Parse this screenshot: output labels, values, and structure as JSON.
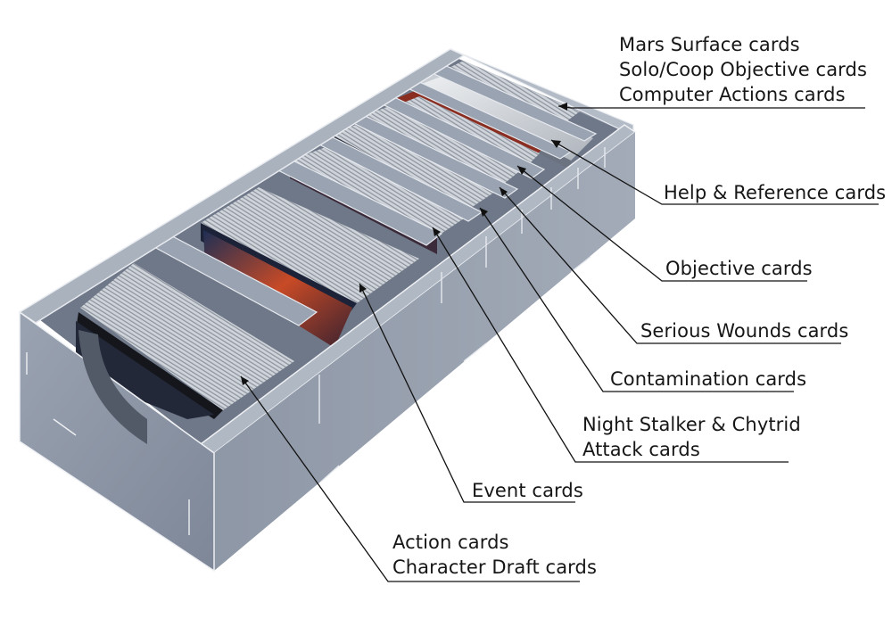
{
  "labels": {
    "mars_surface": "Mars Surface cards",
    "solo_coop_objective": "Solo/Coop Objective cards",
    "computer_actions": "Computer Actions cards",
    "help_reference": "Help & Reference cards",
    "objective": "Objective cards",
    "serious_wounds": "Serious Wounds cards",
    "contamination": "Contamination cards",
    "night_stalker_line1": "Night Stalker & Chytrid",
    "night_stalker_line2": "Attack cards",
    "event": "Event cards",
    "action": "Action cards",
    "character_draft": "Character Draft cards"
  },
  "colors": {
    "tray": "#8f99a8",
    "tray_light": "#b6bec9",
    "tray_dark": "#6d7686",
    "card_edge": "#d9dde2",
    "card_art_red": "#c2402a",
    "card_art_blue": "#2a4a78",
    "leader_line": "#111111",
    "text": "#161616"
  }
}
